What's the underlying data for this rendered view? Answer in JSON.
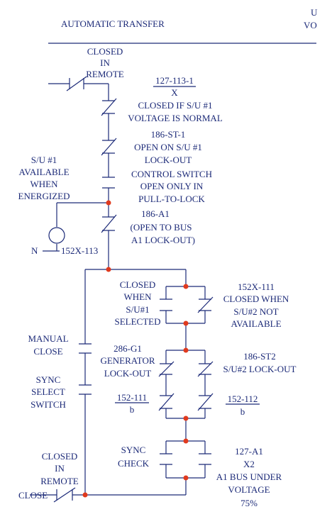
{
  "header": {
    "title": "AUTOMATIC TRANSFER",
    "cut_right_top": "U",
    "cut_right_bottom": "VO"
  },
  "labels": {
    "closed_in_remote_top": [
      "CLOSED",
      "IN",
      "REMOTE"
    ],
    "relay_127_113_1_num": "127-113-1",
    "relay_127_113_1_sub": "X",
    "relay_127_113_1_desc": [
      "CLOSED IF S/U #1",
      "VOLTAGE IS NORMAL"
    ],
    "relay_186_st_1_num": "186-ST-1",
    "relay_186_st_1_desc": [
      "OPEN ON S/U #1",
      "LOCK-OUT"
    ],
    "su1_available": [
      "S/U #1",
      "AVAILABLE",
      "WHEN",
      "ENERGIZED"
    ],
    "control_switch": [
      "CONTROL SWITCH",
      "OPEN ONLY IN",
      "PULL-TO-LOCK"
    ],
    "relay_186_a1": [
      "186-A1",
      "(OPEN TO BUS",
      "A1 LOCK-OUT)"
    ],
    "coil_neutral": "N",
    "coil_name": "152X-113",
    "su1_selected": [
      "CLOSED",
      "WHEN",
      "S/U#1",
      "SELECTED"
    ],
    "relay_152x_111": [
      "152X-111",
      "CLOSED WHEN",
      "S/U#2 NOT",
      "AVAILABLE"
    ],
    "manual_close": [
      "MANUAL",
      "CLOSE"
    ],
    "relay_286_g1": [
      "286-G1",
      "GENERATOR",
      "LOCK-OUT"
    ],
    "relay_186_st2": [
      "186-ST2",
      "S/U#2 LOCK-OUT"
    ],
    "sync_select": [
      "SYNC",
      "SELECT",
      "SWITCH"
    ],
    "relay_152_111_num": "152-111",
    "relay_152_111_sub": "b",
    "relay_152_112_num": "152-112",
    "relay_152_112_sub": "b",
    "sync_check": [
      "SYNC",
      "CHECK"
    ],
    "relay_127_a1": [
      "127-A1",
      "X2",
      "A1 BUS UNDER",
      "VOLTAGE",
      "75%"
    ],
    "closed_in_remote_bottom": [
      "CLOSED",
      "IN",
      "REMOTE"
    ],
    "close": "CLOSE"
  },
  "colors": {
    "ink": "#1c2a78",
    "junction": "#e03a1e"
  }
}
